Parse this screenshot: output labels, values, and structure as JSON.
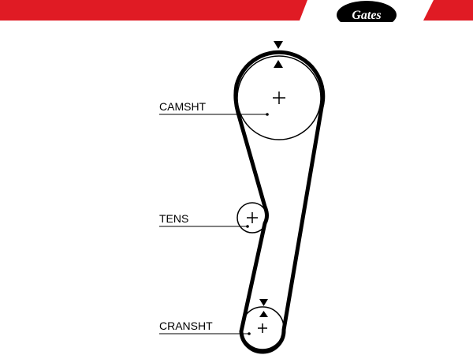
{
  "header": {
    "brand_logo_text": "Gates",
    "accent_color": "#e01b24",
    "logo_color": "#000000"
  },
  "diagram": {
    "labels": {
      "camshaft": "CAMSHT",
      "tensioner": "TENS",
      "crankshaft": "CRANSHT"
    },
    "markers": {
      "camshaft_timing_mark": "timing-mark-icon",
      "crankshaft_timing_mark": "timing-mark-icon"
    }
  }
}
